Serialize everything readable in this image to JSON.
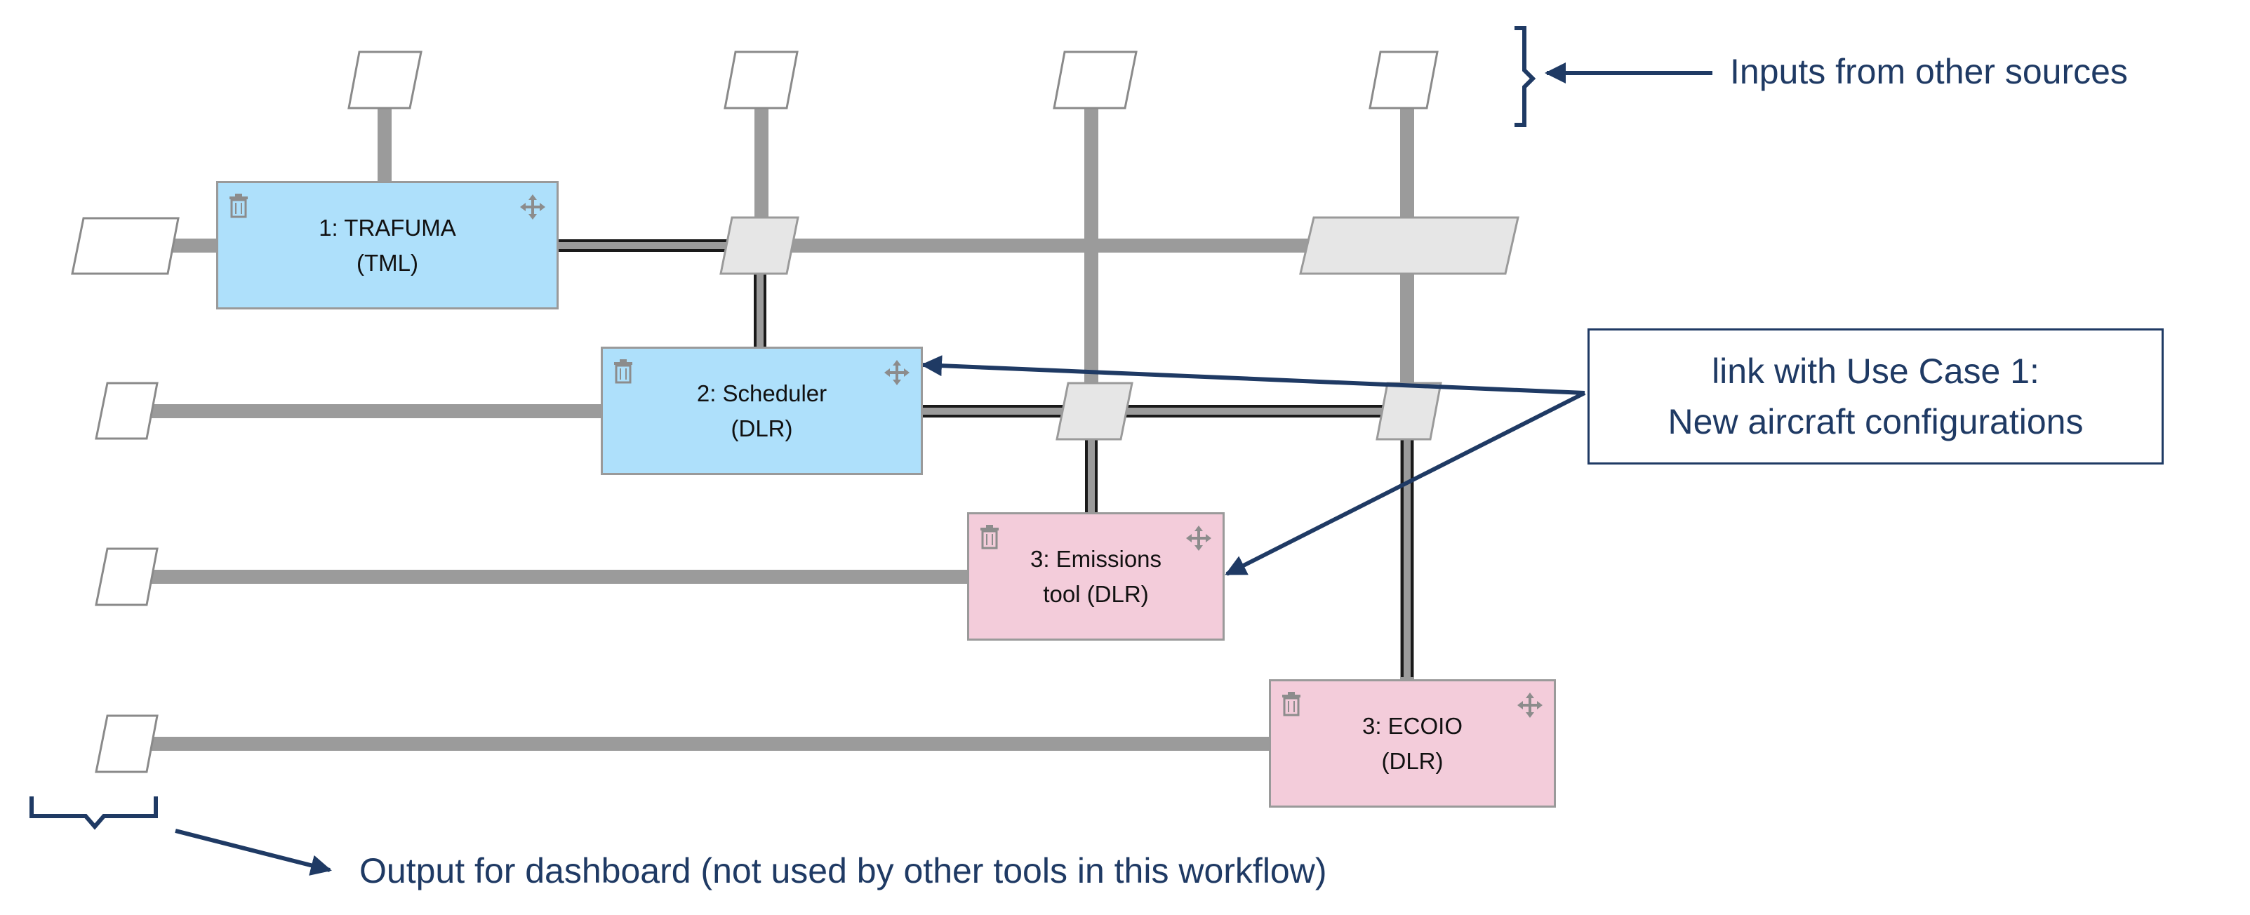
{
  "tools": [
    {
      "id": "trafuma",
      "line1": "1: TRAFUMA",
      "line2": "(TML)",
      "color": "#aee0fb"
    },
    {
      "id": "scheduler",
      "line1": "2: Scheduler",
      "line2": "(DLR)",
      "color": "#aee0fb"
    },
    {
      "id": "emissions",
      "line1": "3: Emissions",
      "line2": "tool (DLR)",
      "color": "#f3ccda"
    },
    {
      "id": "ecoio",
      "line1": "3: ECOIO",
      "line2": "(DLR)",
      "color": "#f3ccda"
    }
  ],
  "annotations": {
    "inputs": "Inputs from other sources",
    "output": "Output for dashboard (not used by other tools in this workflow)",
    "link_line1": "link with Use Case 1:",
    "link_line2": "New aircraft configurations"
  },
  "colors": {
    "annotation": "#1f3a64",
    "wire": "#9b9b9b",
    "active_wire": "#1a1a1a",
    "node_fill": "#e6e6e6"
  },
  "icons": [
    "trash-icon",
    "move-icon",
    "arrow-left-icon",
    "arrow-right-icon",
    "brace-icon"
  ]
}
